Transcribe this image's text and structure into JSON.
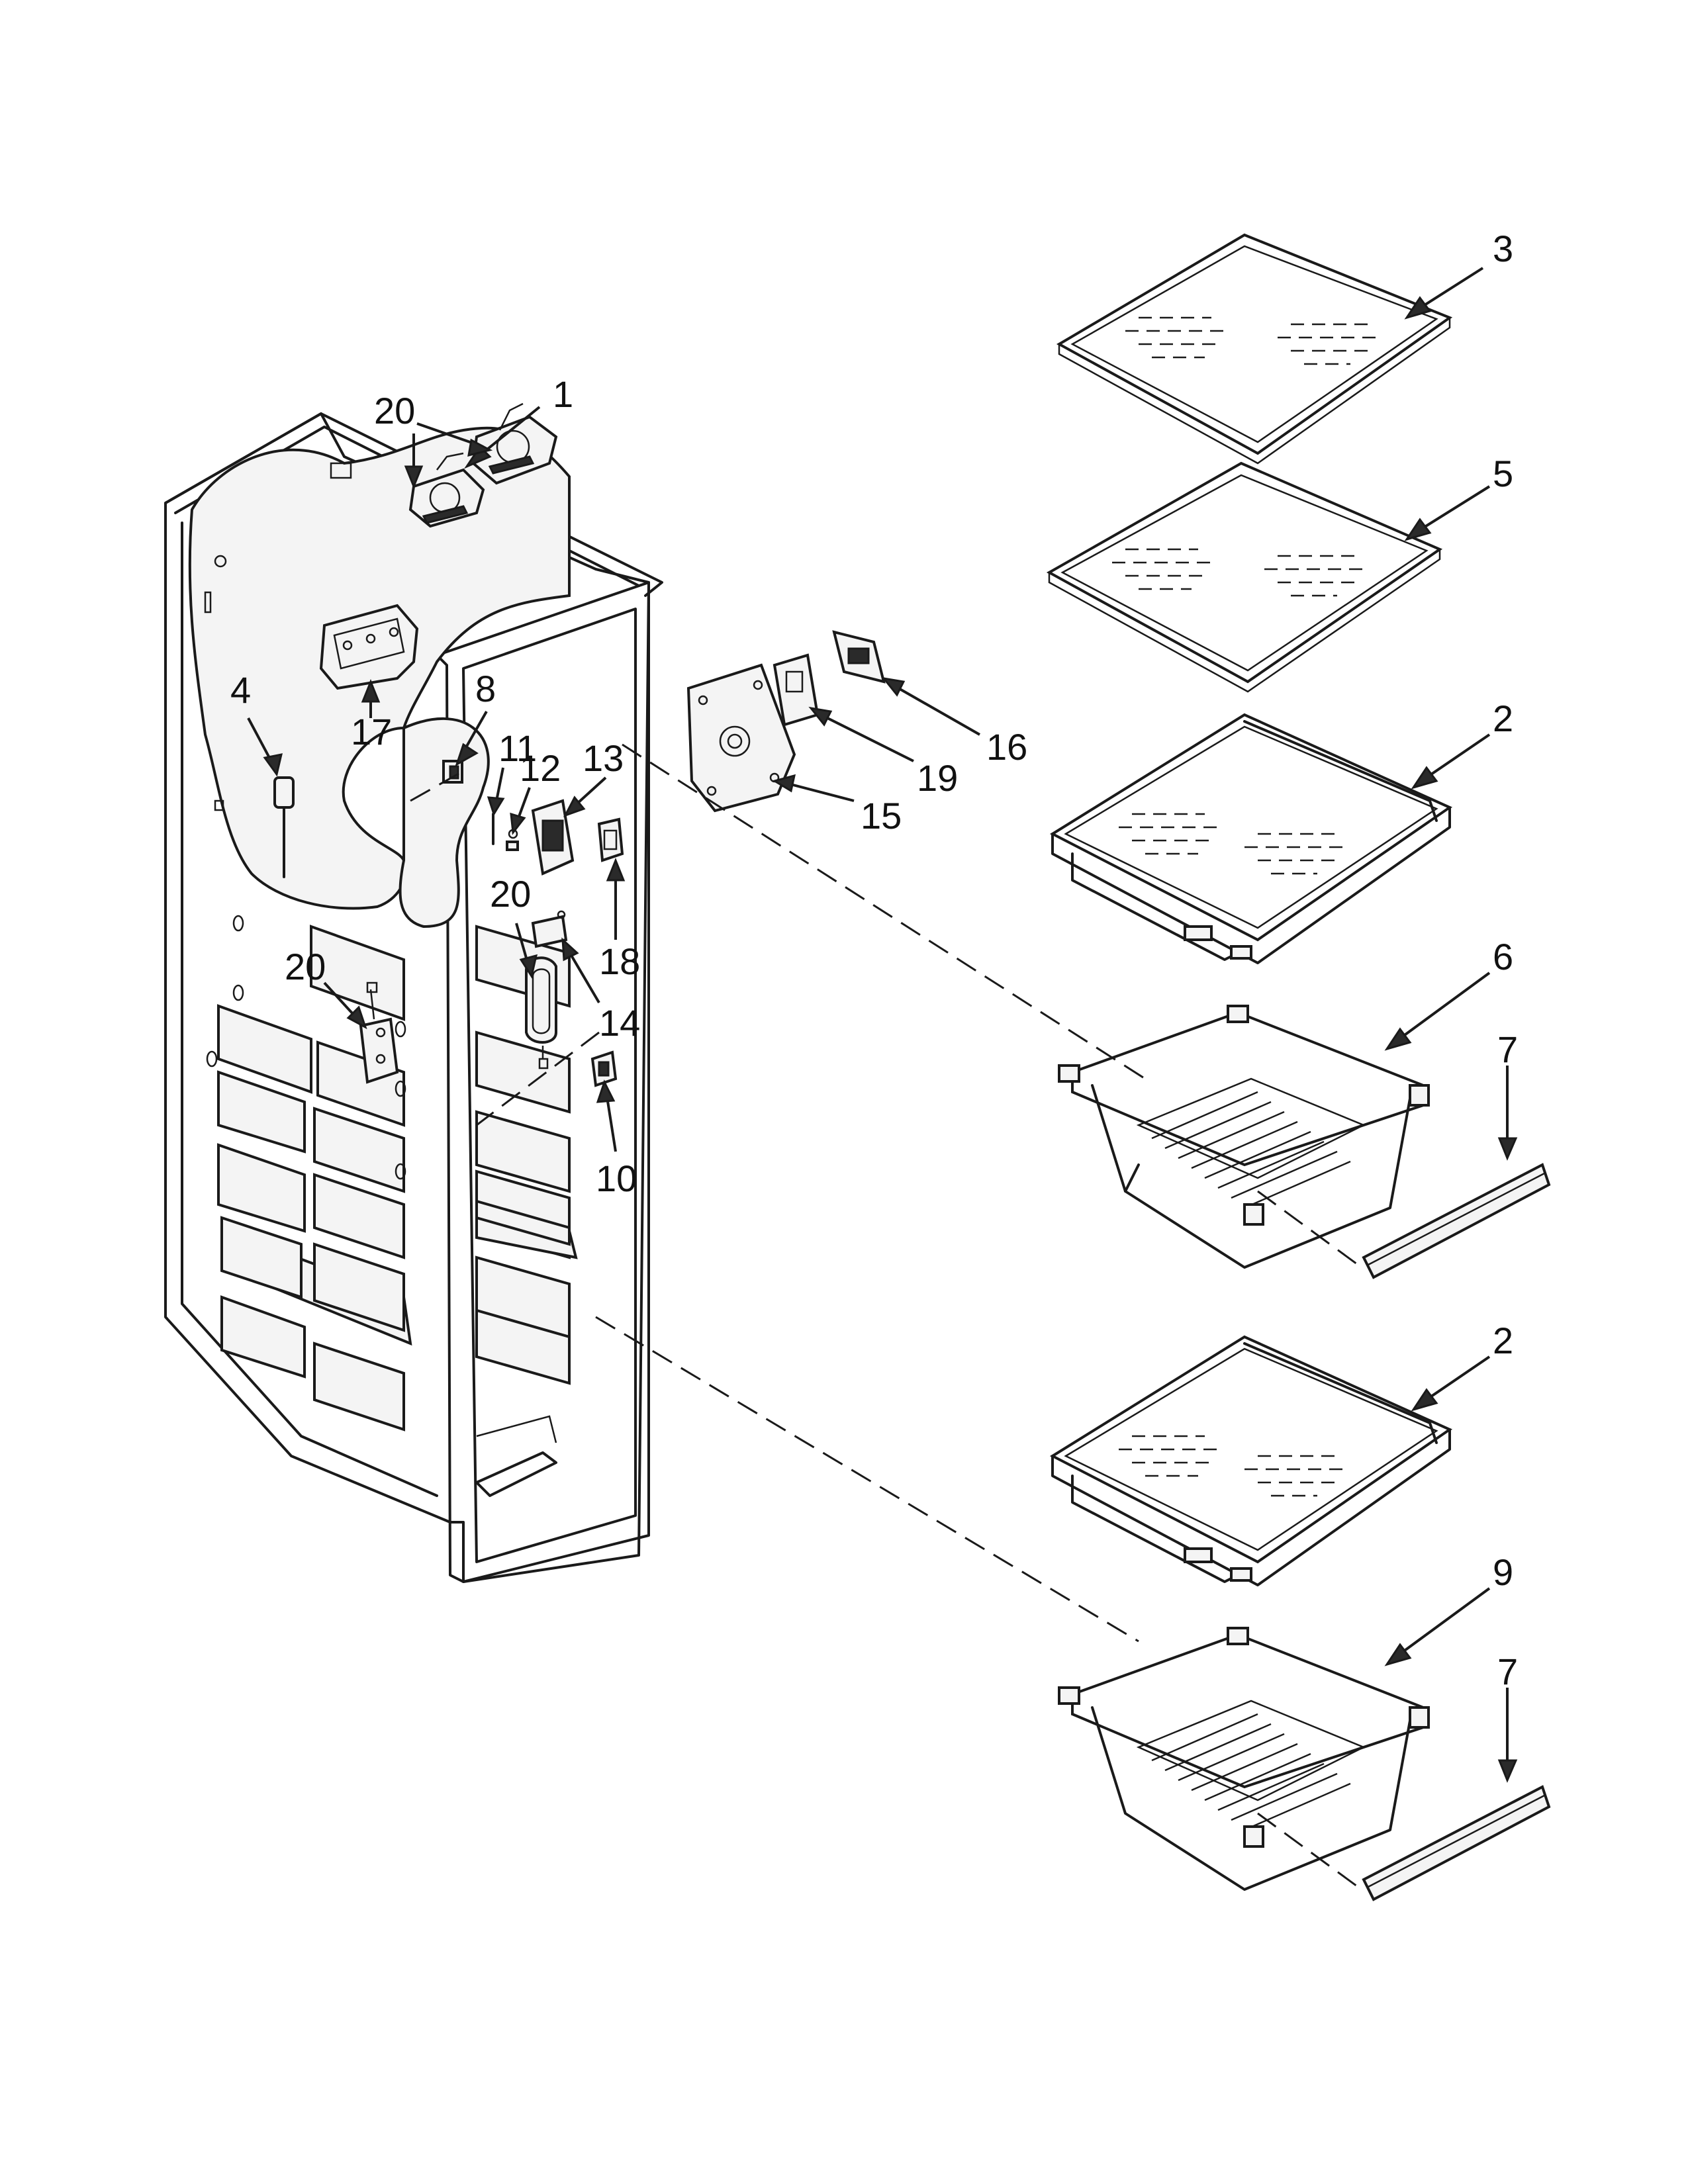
{
  "callouts": [
    {
      "id": "c1",
      "label": "1"
    },
    {
      "id": "c2a",
      "label": "2"
    },
    {
      "id": "c2b",
      "label": "2"
    },
    {
      "id": "c3",
      "label": "3"
    },
    {
      "id": "c4",
      "label": "4"
    },
    {
      "id": "c5",
      "label": "5"
    },
    {
      "id": "c6",
      "label": "6"
    },
    {
      "id": "c7a",
      "label": "7"
    },
    {
      "id": "c7b",
      "label": "7"
    },
    {
      "id": "c8",
      "label": "8"
    },
    {
      "id": "c9",
      "label": "9"
    },
    {
      "id": "c10",
      "label": "10"
    },
    {
      "id": "c11",
      "label": "11"
    },
    {
      "id": "c12",
      "label": "12"
    },
    {
      "id": "c13",
      "label": "13"
    },
    {
      "id": "c14",
      "label": "14"
    },
    {
      "id": "c15",
      "label": "15"
    },
    {
      "id": "c16",
      "label": "16"
    },
    {
      "id": "c17",
      "label": "17"
    },
    {
      "id": "c18",
      "label": "18"
    },
    {
      "id": "c19",
      "label": "19"
    },
    {
      "id": "c20a",
      "label": "20"
    },
    {
      "id": "c20b",
      "label": "20"
    },
    {
      "id": "c20c",
      "label": "20"
    }
  ]
}
